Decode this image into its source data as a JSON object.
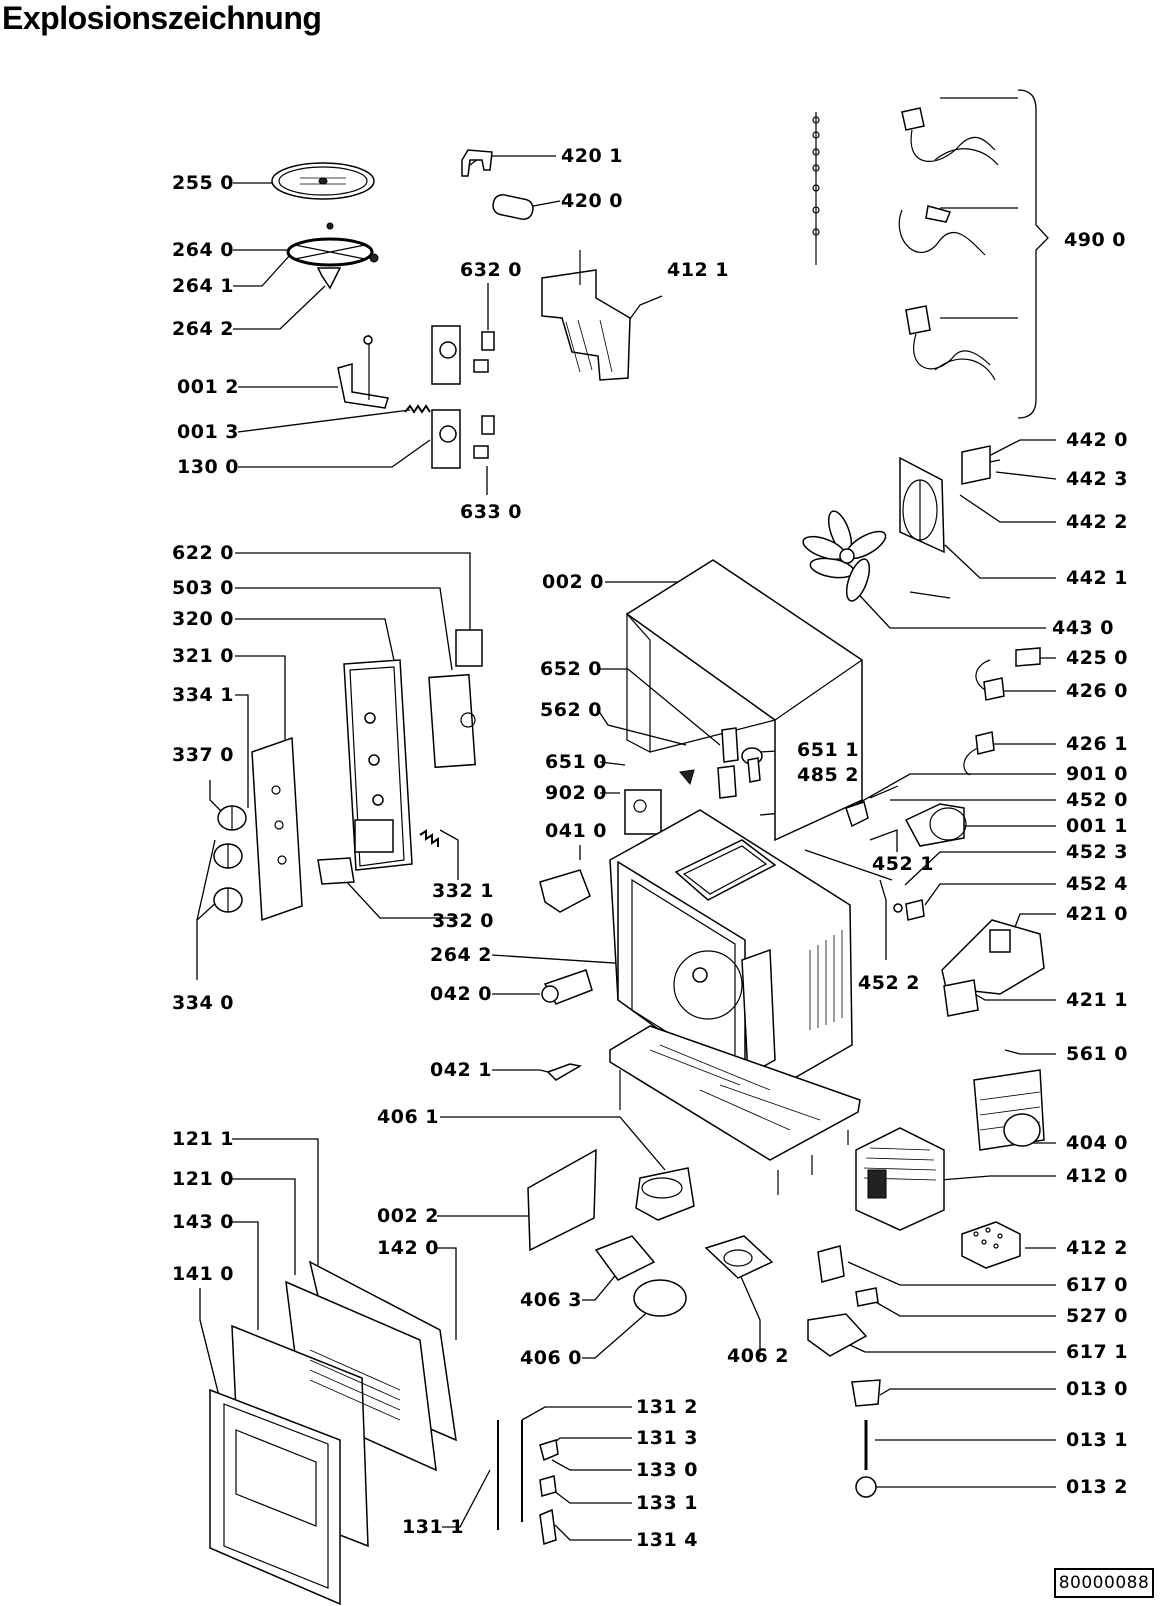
{
  "title": "Explosionszeichnung",
  "document_number": "80000088",
  "callouts": {
    "c2550": "255 0",
    "c2640": "264 0",
    "c2641": "264 1",
    "c2642a": "264 2",
    "c0012": "001 2",
    "c0013": "001 3",
    "c1300": "130 0",
    "c4201": "420 1",
    "c4200": "420 0",
    "c6320": "632 0",
    "c4121": "412 1",
    "c6330": "633 0",
    "c4900": "490 0",
    "c4420": "442 0",
    "c4423": "442 3",
    "c4422": "442 2",
    "c4421": "442 1",
    "c4430": "443 0",
    "c6220": "622 0",
    "c5030": "503 0",
    "c3200": "320 0",
    "c3210": "321 0",
    "c3341": "334 1",
    "c3370": "337 0",
    "c3321": "332 1",
    "c3320": "332 0",
    "c3340": "334 0",
    "c0020": "002 0",
    "c6520": "652 0",
    "c5620": "562 0",
    "c6510": "651 0",
    "c9020": "902 0",
    "c0410": "041 0",
    "c6511": "651 1",
    "c4852": "485 2",
    "c2642b": "264 2",
    "c0420": "042 0",
    "c0421": "042 1",
    "c4250": "425 0",
    "c4260": "426 0",
    "c4261": "426 1",
    "c9010": "901 0",
    "c4520": "452 0",
    "c0011": "001 1",
    "c4521": "452 1",
    "c4523": "452 3",
    "c4524": "452 4",
    "c4210": "421 0",
    "c4522": "452 2",
    "c4211": "421 1",
    "c5610": "561 0",
    "c4040": "404 0",
    "c4120": "412 0",
    "c4122": "412 2",
    "c6170": "617 0",
    "c5270": "527 0",
    "c6171": "617 1",
    "c0130": "013 0",
    "c0131": "013 1",
    "c0132": "013 2",
    "c4061": "406 1",
    "c0022": "002 2",
    "c4063": "406 3",
    "c4060": "406 0",
    "c4062": "406 2",
    "c1211": "121 1",
    "c1210": "121 0",
    "c1430": "143 0",
    "c1420": "142 0",
    "c1410": "141 0",
    "c1312": "131 2",
    "c1313": "131 3",
    "c1330": "133 0",
    "c1331": "133 1",
    "c1314": "131 4",
    "c1311": "131 1"
  }
}
